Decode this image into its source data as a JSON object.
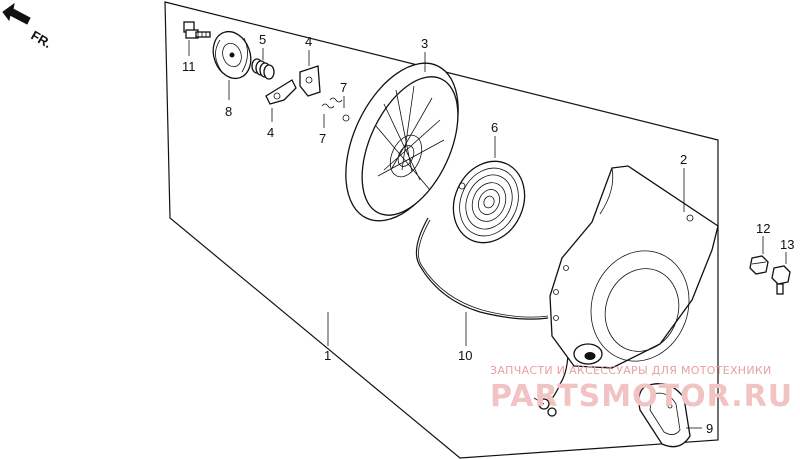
{
  "direction": {
    "label": "FR."
  },
  "callouts": {
    "p1": "1",
    "p2": "2",
    "p3": "3",
    "p4a": "4",
    "p4b": "4",
    "p5": "5",
    "p6": "6",
    "p7a": "7",
    "p7b": "7",
    "p8": "8",
    "p9": "9",
    "p10": "10",
    "p11": "11",
    "p12": "12",
    "p13": "13"
  },
  "watermark": {
    "tagline": "ЗАПЧАСТИ И АКСЕССУАРЫ ДЛЯ МОТОТЕХНИКИ",
    "brand": "PARTSMOTOR.RU",
    "color": "#e23a3a"
  }
}
